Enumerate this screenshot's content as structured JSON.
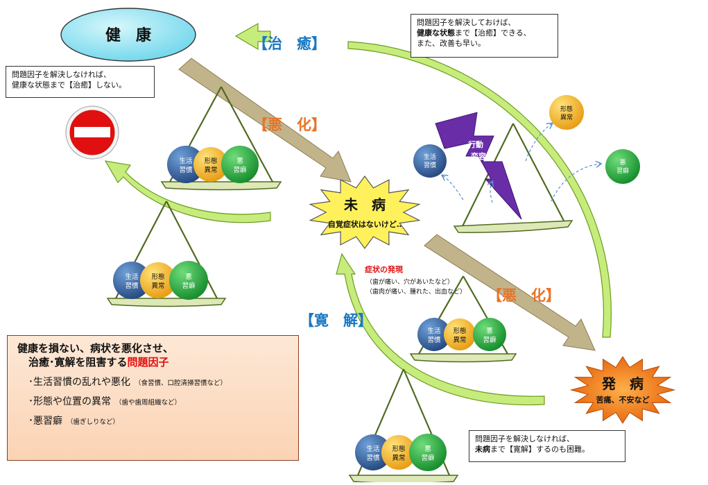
{
  "states": {
    "health": "健　康",
    "mibyo_title": "未　病",
    "mibyo_sub": "自覚症状はないけど‥",
    "disease_title": "発　病",
    "disease_sub": "苦痛、不安など"
  },
  "transitions": {
    "cure": "【治　癒】",
    "worsen_top": "【悪　化】",
    "worsen_right": "【悪　化】",
    "remission": "【寛　解】",
    "behavior_change": [
      "行動",
      "変容"
    ]
  },
  "symptom": {
    "title": "症状の発現",
    "line1": "（歯が痛い、穴があいたなど）",
    "line2": "（歯肉が痛い、腫れた、出血など）"
  },
  "balls": {
    "lifestyle": [
      "生活",
      "習慣"
    ],
    "morphology": [
      "形態",
      "異常"
    ],
    "habit": [
      "悪",
      "習癖"
    ]
  },
  "callouts": {
    "top_right": {
      "line1": "問題因子を解決しておけば、",
      "line2_bold": "健康な状態",
      "line2_rest": "まで【治癒】できる、",
      "line3": "また、改善も早い。"
    },
    "top_left": {
      "line1": "問題因子を解決しなければ、",
      "line2": "健康な状態まで【治癒】しない。"
    },
    "bottom_right": {
      "line1": "問題因子を解決しなければ、",
      "line2_bold": "未病",
      "line2_rest": "まで【寛解】するのも困難。"
    }
  },
  "legend": {
    "heading1": "健康を損ない、病状を悪化させ、",
    "heading2_prefix": "治癒･寛解を阻害する",
    "heading2_red": "問題因子",
    "items": [
      {
        "main": "･生活習慣の乱れや悪化",
        "note": "（食習慣、口腔清掃習慣など）"
      },
      {
        "main": "･形態や位置の異常",
        "note": "（歯や歯周組織など）"
      },
      {
        "main": "･悪習癖",
        "note": "（歯ぎしりなど）"
      }
    ]
  },
  "colors": {
    "health_fill": "#9be8f5",
    "arrow_green": "#c6ec7c",
    "arrow_green_edge": "#6d9a20",
    "arrow_tan": "#c2b48a",
    "label_blue": "#1a78c2",
    "label_orange": "#e8742a",
    "ball_blue": "#2e5ea0",
    "ball_orange": "#f0b21c",
    "ball_green": "#22a23a",
    "scale_line": "#4f6a1f",
    "pan_fill": "#dde8b6",
    "disease_fill": "#f07a12",
    "mibyo_fill": "#fff15c",
    "bolt_fill": "#6a2da8",
    "stop_red": "#e01010"
  },
  "icons": [
    "no-entry-sign-icon",
    "lightning-bolt-icon"
  ]
}
